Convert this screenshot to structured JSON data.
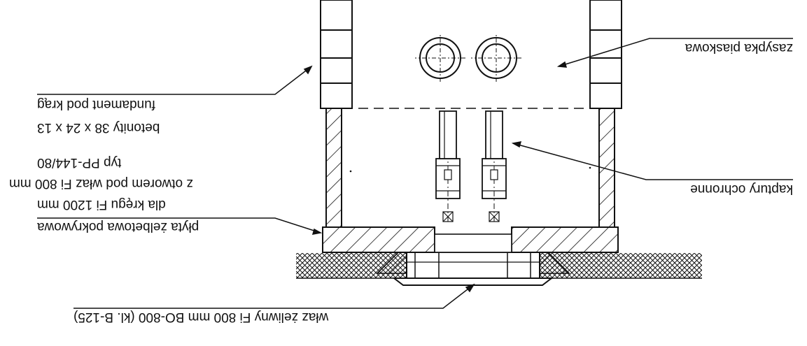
{
  "labels": {
    "sand_fill": "zasypka piaskowa",
    "foundation": "fundament pod krąg",
    "concrete_blocks": "betonity 38 x 24 x 13",
    "plate_type": "typ PP-144/80",
    "plate_opening": "z otworem pod właz Fi 800 mm",
    "plate_ring": "dla kręgu Fi 1200 mm",
    "plate_name": "płyta żelbetowa pokrywowa",
    "caps": "kaptury ochronne",
    "manhole": "właz żeliwny Fi 800 mm BO-800 (kl. B-125)"
  },
  "colors": {
    "ink": "#111111",
    "paper": "#ffffff"
  }
}
